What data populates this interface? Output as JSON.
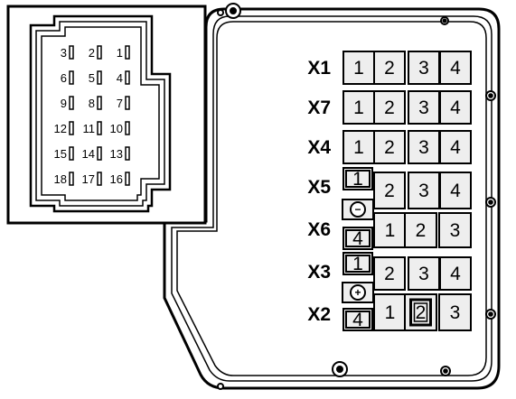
{
  "connector_pins": [
    [
      "3",
      "2",
      "1"
    ],
    [
      "6",
      "5",
      "4"
    ],
    [
      "9",
      "8",
      "7"
    ],
    [
      "12",
      "11",
      "10"
    ],
    [
      "15",
      "14",
      "13"
    ],
    [
      "18",
      "17",
      "16"
    ]
  ],
  "groups": [
    {
      "label": "X1",
      "cells": [
        "1",
        "2",
        "3",
        "4"
      ]
    },
    {
      "label": "X7",
      "cells": [
        "1",
        "2",
        "3",
        "4"
      ]
    },
    {
      "label": "X4",
      "cells": [
        "1",
        "2",
        "3",
        "4"
      ]
    },
    {
      "label": "X5",
      "cells": [
        "1",
        "2",
        "3",
        "4"
      ]
    },
    {
      "label": "X6",
      "cells": [
        "4",
        "1",
        "2",
        "3"
      ]
    },
    {
      "label": "X3",
      "cells": [
        "1",
        "2",
        "3",
        "4"
      ]
    },
    {
      "label": "X2",
      "cells": [
        "4",
        "1",
        "2",
        "3"
      ]
    }
  ],
  "symbols": {
    "minus": "−",
    "plus": "+"
  },
  "colors": {
    "line": "#000000",
    "background": "#ffffff",
    "fuse_fill": "#eeeeee"
  }
}
